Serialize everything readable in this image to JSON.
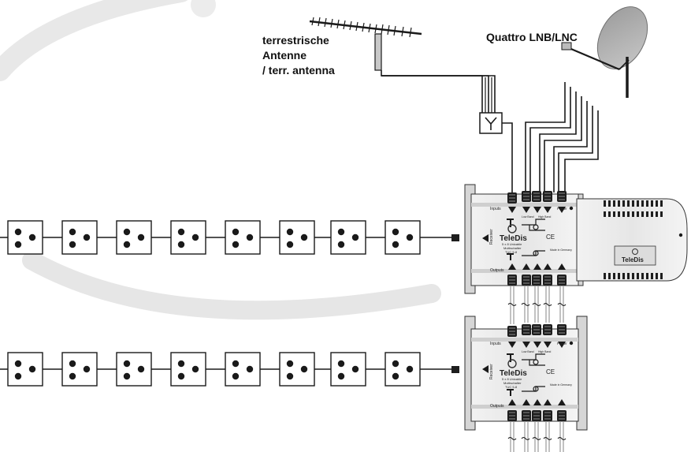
{
  "labels": {
    "terrestrial_line1": "terrestrische",
    "terrestrial_line2": "Antenne",
    "terrestrial_line3": "/ terr. antenna",
    "lnb": "Quattro LNB/LNC"
  },
  "multiswitch": {
    "brand": "TeleDis",
    "model_line1": "5 x 8 Unicable",
    "model_line2": "Multischalter",
    "model_line3": "TUC 5-8",
    "inputs": "Inputs",
    "outputs": "Outputs",
    "power": "Power",
    "low_band": "Low Band",
    "high_band": "High Band",
    "receiver": "Receiver",
    "made_in": "Made in Germany",
    "ce": "CE"
  },
  "power_supply": {
    "brand": "TeleDis"
  },
  "colors": {
    "line": "#1a1a1a",
    "device_body": "#e2e2e2",
    "device_dark": "#1e1e1e",
    "watermark": "#ececec"
  },
  "icons": [
    "splitter-icon",
    "satellite-dish-icon",
    "yagi-antenna-icon",
    "socket-outlet-icon"
  ]
}
